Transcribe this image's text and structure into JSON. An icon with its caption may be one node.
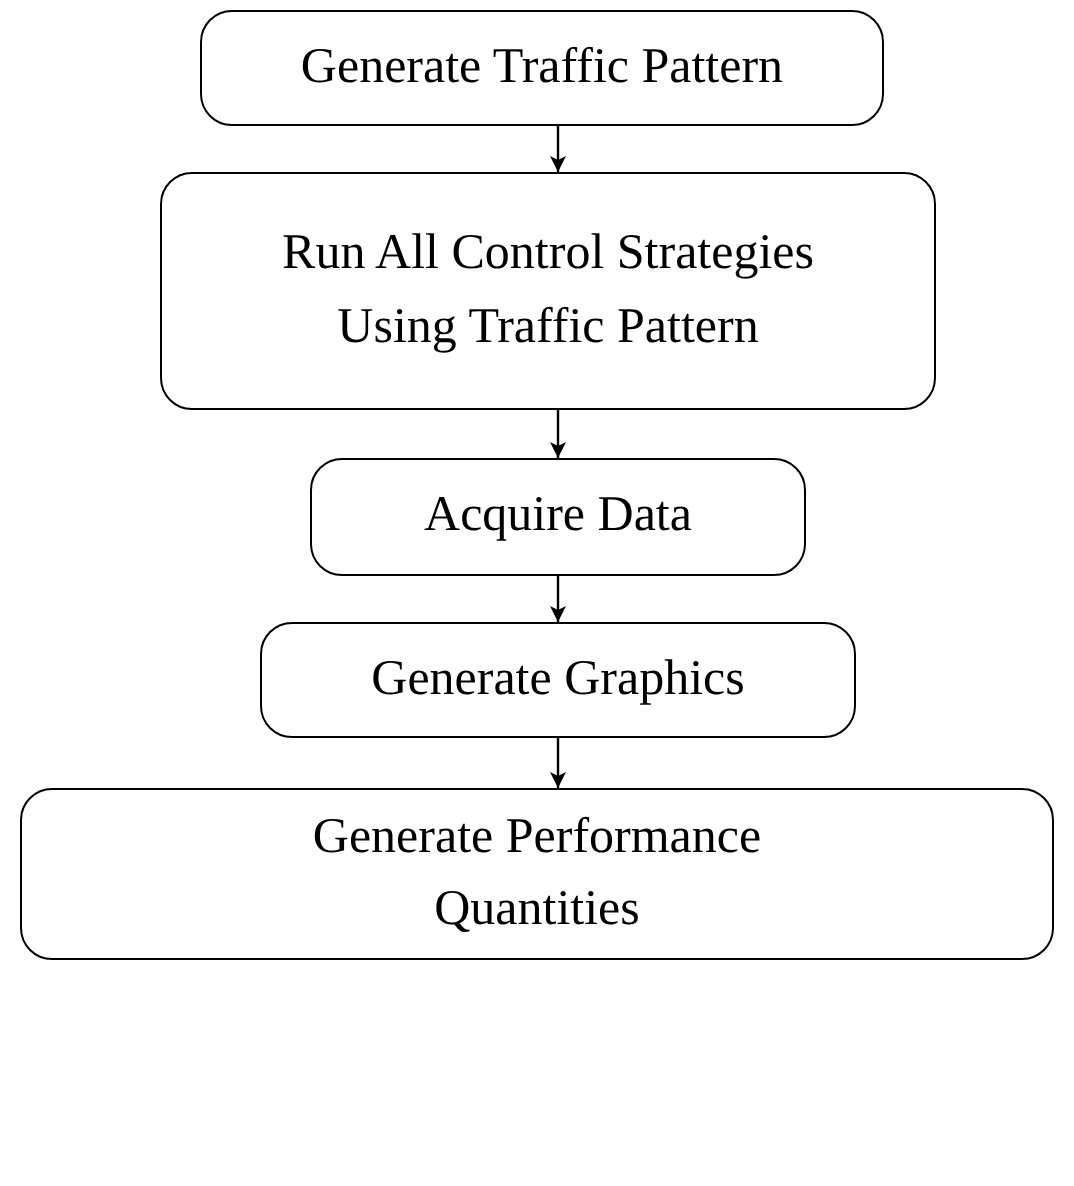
{
  "diagram": {
    "nodes": [
      {
        "text": [
          "Generate Traffic Pattern"
        ]
      },
      {
        "text": [
          "Run All Control Strategies Using Traffic Pattern"
        ]
      },
      {
        "text": [
          "Acquire Data"
        ]
      },
      {
        "text": [
          "Generate Graphics"
        ]
      },
      {
        "text": [
          "Generate Performance Quantities"
        ]
      }
    ],
    "edges": [
      {
        "from": 0,
        "to": 1,
        "arrow": "to"
      },
      {
        "from": 1,
        "to": 2,
        "arrow": "to"
      },
      {
        "from": 2,
        "to": 3,
        "arrow": "to"
      },
      {
        "from": 3,
        "to": 4,
        "arrow": "to"
      }
    ]
  }
}
